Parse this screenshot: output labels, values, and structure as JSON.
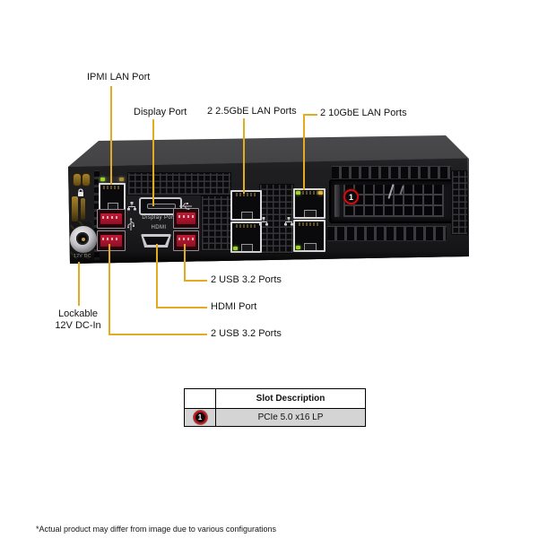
{
  "diagram": {
    "callouts": {
      "ipmi": {
        "label": "IPMI LAN Port"
      },
      "display_port": {
        "label": "Display Port"
      },
      "lan_2_5gbe": {
        "label": "2 2.5GbE LAN Ports"
      },
      "lan_10gbe": {
        "label": "2 10GbE LAN Ports"
      },
      "dc_in": {
        "label_line1": "Lockable",
        "label_line2": "12V DC-In"
      },
      "usb_right_pair": {
        "label": "2 USB 3.2 Ports"
      },
      "hdmi": {
        "label": "HDMI Port"
      },
      "usb_left_pair": {
        "label": "2 USB 3.2 Ports"
      }
    },
    "panel_text": {
      "display_port": "Display Port",
      "hdmi": "HDMI",
      "dc_in": "12V DC",
      "slot_marker": "1"
    },
    "icons": [
      "lock-icon",
      "usb-icon",
      "network-icon"
    ],
    "colors": {
      "callout_line": "#e3ac1f",
      "chassis_front": "#1e1e20",
      "chassis_top": "#3c3c3f",
      "usb_red": "#c11a33",
      "badge_red": "#cc0f12",
      "table_row_bg": "#d4d4d4",
      "panel_label": "#c9c9cb"
    }
  },
  "slot_table": {
    "columns": [
      "",
      "Slot Description"
    ],
    "rows": [
      {
        "slot_marker": "1",
        "description": "PCIe 5.0 x16 LP"
      }
    ]
  },
  "footnote": "*Actual product may differ from image due to various configurations"
}
